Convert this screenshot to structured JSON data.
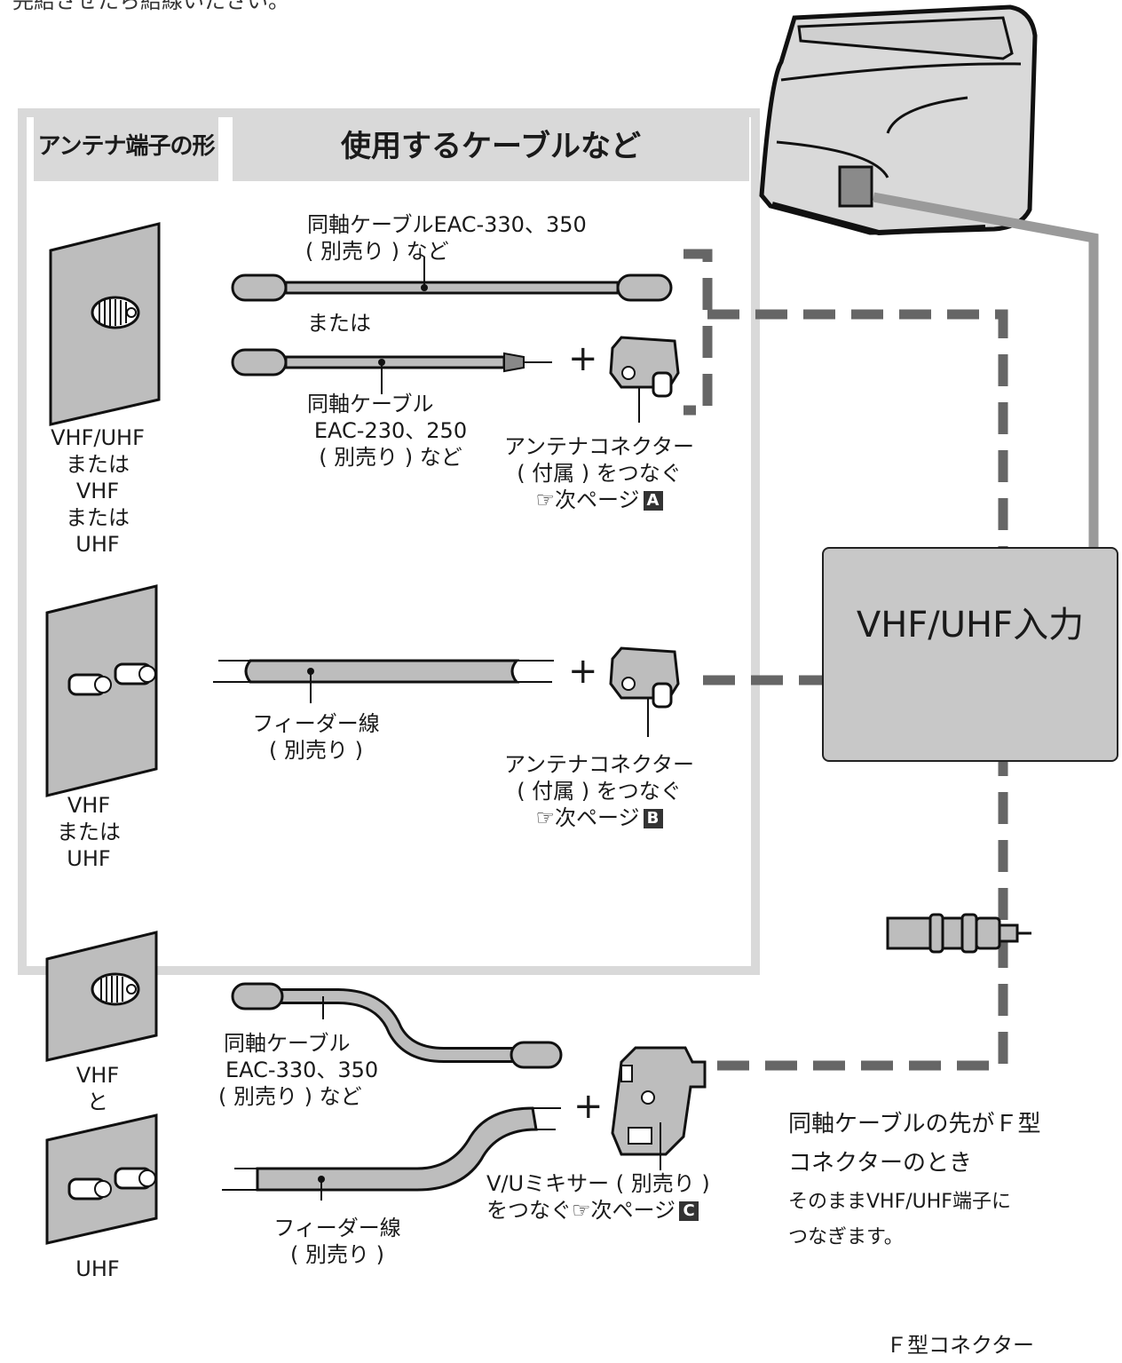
{
  "header": {
    "top_note": "完結させたら結線いたさい。",
    "left_title": "アンテナ端子の形",
    "right_title": "使用するケーブルなど"
  },
  "row_a": {
    "terminal_label": [
      "VHF/UHF",
      "または",
      "VHF",
      "または",
      "UHF"
    ],
    "cable1_label": [
      "同軸ケーブルEAC-330、350",
      "( 別売り ) など"
    ],
    "or_label": "または",
    "cable2_label": [
      "同軸ケーブル",
      "EAC-230、250",
      "( 別売り ) など"
    ],
    "connector_label": [
      "アンテナコネクター",
      "( 付属 ) をつなぐ"
    ],
    "ref": "☞次ページ",
    "badge": "A"
  },
  "row_b": {
    "terminal_label": [
      "VHF",
      "または",
      "UHF"
    ],
    "feeder_label": [
      "フィーダー線",
      "( 別売り )"
    ],
    "connector_label": [
      "アンテナコネクター",
      "( 付属 ) をつなぐ"
    ],
    "ref": "☞次ページ",
    "badge": "B"
  },
  "row_c": {
    "terminal_top_label": [
      "VHF",
      "と"
    ],
    "terminal_bottom_label": "UHF",
    "cable_label": [
      "同軸ケーブル",
      "EAC-330、350",
      "( 別売り ) など"
    ],
    "feeder_label": [
      "フィーダー線",
      "( 別売り )"
    ],
    "mixer_label": [
      "V/Uミキサー ( 別売り )",
      "をつなぐ☞次ページ"
    ],
    "badge": "C"
  },
  "plus": "+",
  "tv_input": {
    "label": "VHF/UHF入力"
  },
  "note": {
    "title_line1": "同軸ケーブルの先がＦ型",
    "title_line2": "コネクターのとき",
    "body_line1": "そのままVHF/UHF端子に",
    "body_line2": "つなぎます。",
    "connector_caption": "Ｆ型コネクター"
  },
  "colors": {
    "panel": "#d9d9d9",
    "dash": "#666666",
    "plate": "#bdbdbd"
  }
}
